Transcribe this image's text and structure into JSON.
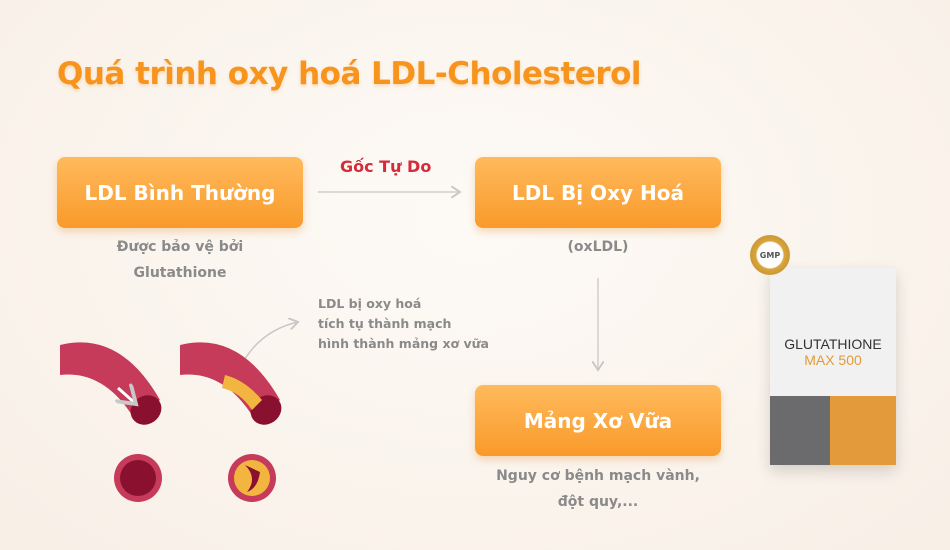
{
  "title": "Quá trình oxy hoá LDL-Cholesterol",
  "boxes": {
    "normal": "LDL Bình Thường",
    "oxidized": "LDL Bị Oxy Hoá",
    "plaque": "Mảng Xơ Vữa"
  },
  "arrow_label": "Gốc Tự Do",
  "captions": {
    "normal_line1": "Được bảo vệ bởi",
    "normal_line2": "Glutathione",
    "oxidized": "(oxLDL)",
    "plaque_line1": "Nguy cơ bệnh mạch vành,",
    "plaque_line2": "đột quy,..."
  },
  "note": {
    "line1": "LDL bị oxy hoá",
    "line2": "tích tụ thành mạch",
    "line3": "hình thành mảng xơ vữa"
  },
  "product": {
    "badge": "GMP",
    "name": "GLUTATHIONE",
    "variant": "MAX 500"
  },
  "colors": {
    "accent": "#f7941d",
    "red": "#d62b3a",
    "text_gray": "#8a8a8a"
  }
}
